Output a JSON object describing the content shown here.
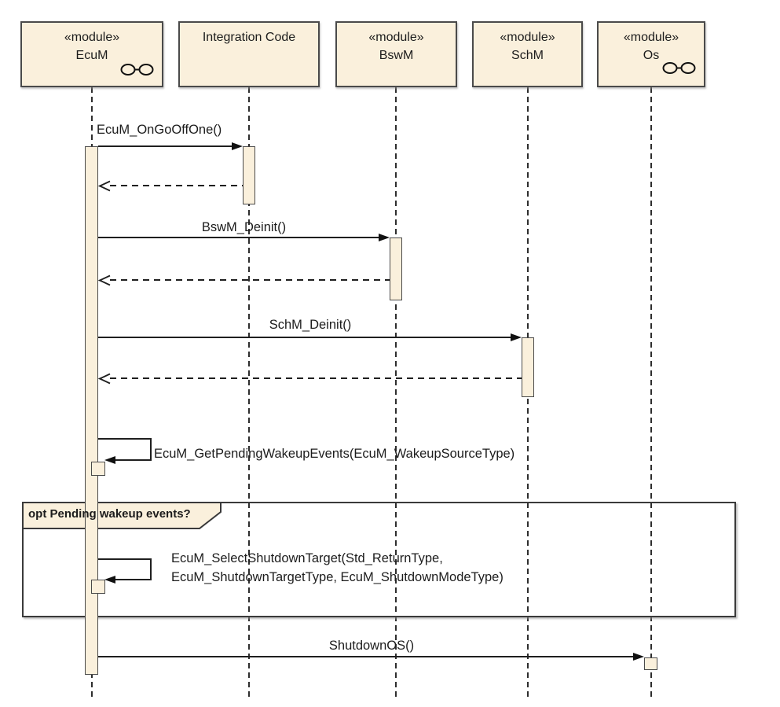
{
  "diagram_type": "uml-sequence-diagram",
  "colors": {
    "element_fill": "#faf0dc",
    "element_border": "#4a4a4a",
    "message_line": "#1f1f1f",
    "background": "#ffffff"
  },
  "actors": [
    {
      "stereotype": "«module»",
      "name": "EcuM",
      "icon": "module-icon"
    },
    {
      "stereotype": "",
      "name": "Integration Code",
      "icon": ""
    },
    {
      "stereotype": "«module»",
      "name": "BswM",
      "icon": ""
    },
    {
      "stereotype": "«module»",
      "name": "SchM",
      "icon": ""
    },
    {
      "stereotype": "«module»",
      "name": "Os",
      "icon": "module-icon"
    }
  ],
  "messages": {
    "on_go_off_one": "EcuM_OnGoOffOne()",
    "bswm_deinit": "BswM_Deinit()",
    "schm_deinit": "SchM_Deinit()",
    "get_pending_wakeup": "EcuM_GetPendingWakeupEvents(EcuM_WakeupSourceType)",
    "select_shutdown_line1": "EcuM_SelectShutdownTarget(Std_ReturnType,",
    "select_shutdown_line2": "EcuM_ShutdownTargetType, EcuM_ShutdownModeType)",
    "shutdown_os": "ShutdownOS()"
  },
  "fragment": {
    "label": "opt Pending wakeup events?"
  }
}
